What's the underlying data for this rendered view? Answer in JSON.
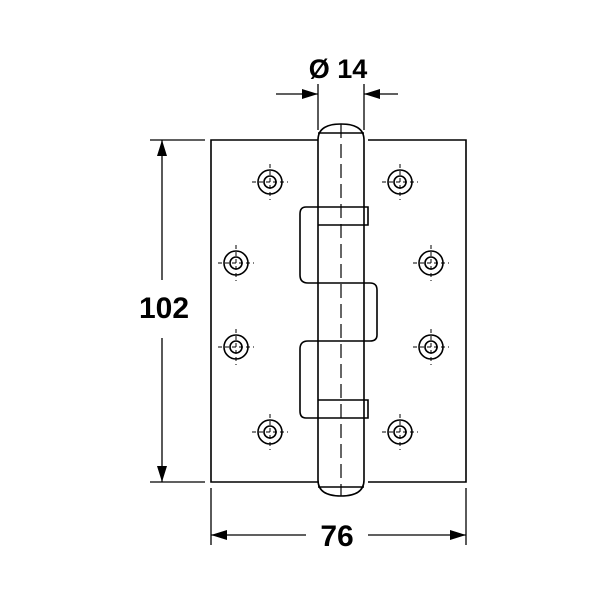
{
  "dimensions": {
    "pin_diameter": "Ø 14",
    "height": "102",
    "width": "76"
  },
  "colors": {
    "line": "#000000",
    "background": "#ffffff"
  },
  "icons": {
    "leaf_left": "hinge-leaf",
    "leaf_right": "hinge-leaf",
    "knuckle": "hinge-pin-knuckle",
    "screw_holes": "countersunk-screw-hole"
  }
}
